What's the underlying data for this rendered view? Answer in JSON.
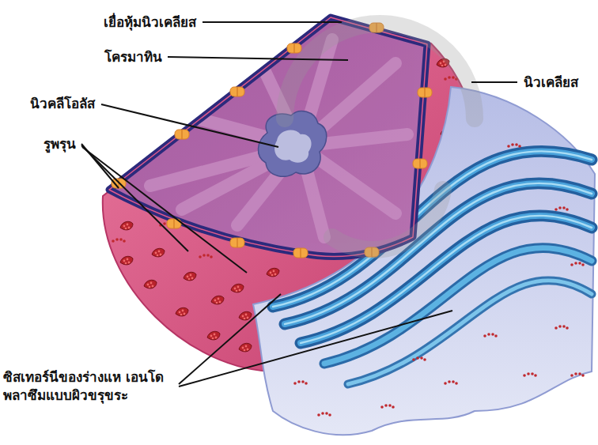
{
  "diagram": {
    "labels": [
      "เยื่อหุ้มนิวเคลียส",
      "โครมาทิน",
      "นิวเคลียส",
      "นิวคลีโอลัส",
      "รูพรุน",
      "ซิสเทอร์นีของร่างแห เอนโดพลาซึมแบบผิวขรุขระ"
    ]
  }
}
